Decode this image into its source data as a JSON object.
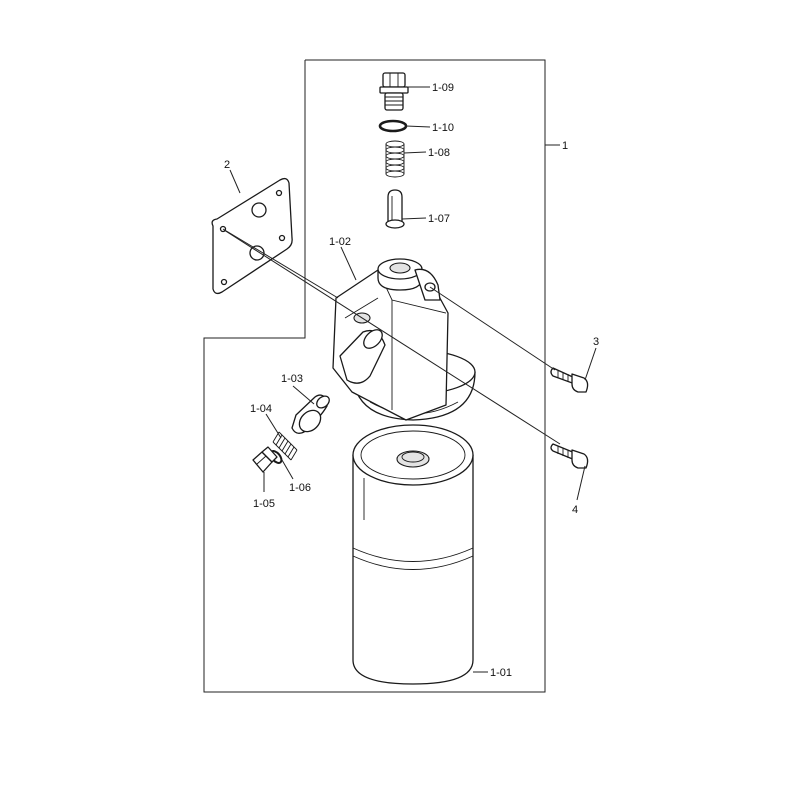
{
  "diagram": {
    "callouts": [
      {
        "id": "1-09",
        "text": "1-09"
      },
      {
        "id": "1-10",
        "text": "1-10"
      },
      {
        "id": "1-08",
        "text": "1-08"
      },
      {
        "id": "1-07",
        "text": "1-07"
      },
      {
        "id": "1-02",
        "text": "1-02"
      },
      {
        "id": "1-03",
        "text": "1-03"
      },
      {
        "id": "1-04",
        "text": "1-04"
      },
      {
        "id": "1-06",
        "text": "1-06"
      },
      {
        "id": "1-05",
        "text": "1-05"
      },
      {
        "id": "1-01",
        "text": "1-01"
      },
      {
        "id": "1",
        "text": "1"
      },
      {
        "id": "2",
        "text": "2"
      },
      {
        "id": "3",
        "text": "3"
      },
      {
        "id": "4",
        "text": "4"
      }
    ]
  }
}
